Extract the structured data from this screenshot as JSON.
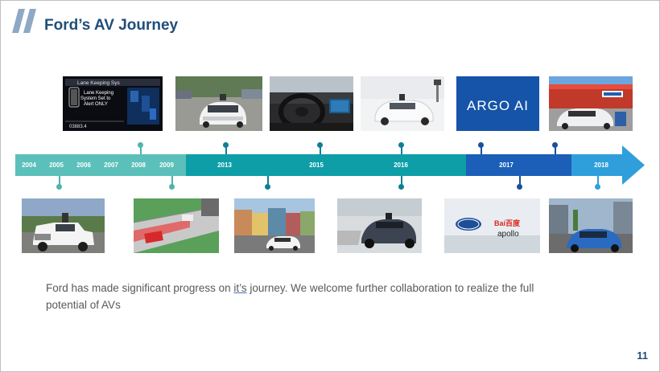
{
  "slide": {
    "title": "Ford’s AV Journey",
    "page_number": "11"
  },
  "timeline": {
    "years": [
      "2004",
      "2005",
      "2006",
      "2007",
      "2008",
      "2009",
      "2013",
      "2015",
      "2016",
      "2017",
      "2018"
    ],
    "colors": {
      "early": "#5bbfba",
      "mid": "#0e9ea8",
      "late": "#1b5fb8",
      "latest": "#2e9fdb",
      "arrow": "#2e9fdb"
    }
  },
  "photos": {
    "dashboard_text_1": "Lane Keeping Sys",
    "dashboard_text_2": "Lane Keeping",
    "dashboard_text_3": "System Set to",
    "dashboard_text_4": "Alert ONLY",
    "dashboard_odometer": "03883.4",
    "argo_logo_text": "ARGO AI",
    "baidu_text": "Bai百度",
    "apollo_text": "apollo"
  },
  "description": {
    "part1": "Ford has made significant progress on ",
    "underlined": "it’s",
    "part2": " journey. We welcome further collaboration to realize the full potential of AVs"
  }
}
